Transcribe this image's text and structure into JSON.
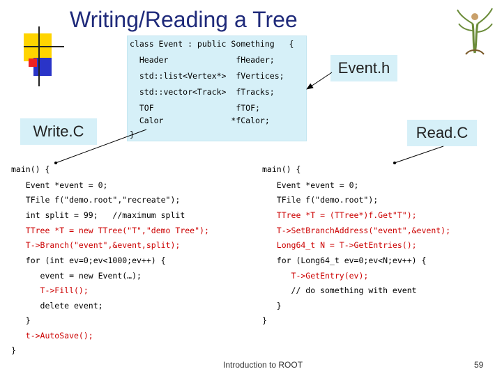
{
  "title": "Writing/Reading a Tree",
  "class_box": {
    "lines": [
      "class Event : public Something   {",
      "  Header              fHeader;",
      "  std::list<Vertex*>  fVertices;",
      "  std::vector<Track>  fTracks;",
      "  TOF                 fTOF;",
      "  Calor              *fCalor;",
      "}"
    ]
  },
  "labels": {
    "event_h": "Event.h",
    "write_c": "Write.C",
    "read_c": "Read.C"
  },
  "write_code": [
    "main() {",
    "   Event *event = 0;",
    "   TFile f(\"demo.root\",\"recreate\");",
    "   int split = 99;   //maximum split",
    "   TTree *T = new TTree(\"T\",\"demo Tree\");",
    "   T->Branch(\"event\",&event,split);",
    "   for (int ev=0;ev<1000;ev++) {",
    "      event = new Event(…);",
    "      T->Fill();",
    "      delete event;",
    "   }",
    "   t->AutoSave();",
    "}"
  ],
  "read_code": [
    "main() {",
    "   Event *event = 0;",
    "   TFile f(\"demo.root\");",
    "   TTree *T = (TTree*)f.Get\"T\");",
    "   T->SetBranchAddress(\"event\",&event);",
    "   Long64_t N = T->GetEntries();",
    "   for (Long64_t ev=0;ev<N;ev++) {",
    "      T->GetEntry(ev);",
    "      // do something with event",
    "   }",
    "}"
  ],
  "colors": {
    "title": "#1f2a7a",
    "box_bg": "#d6f0f8",
    "code_red": "#cc0000",
    "square_yellow": "#ffd400",
    "square_blue": "#2a34c8",
    "square_red": "#ee2222"
  },
  "footer": {
    "center": "Introduction to ROOT",
    "page": "59"
  }
}
